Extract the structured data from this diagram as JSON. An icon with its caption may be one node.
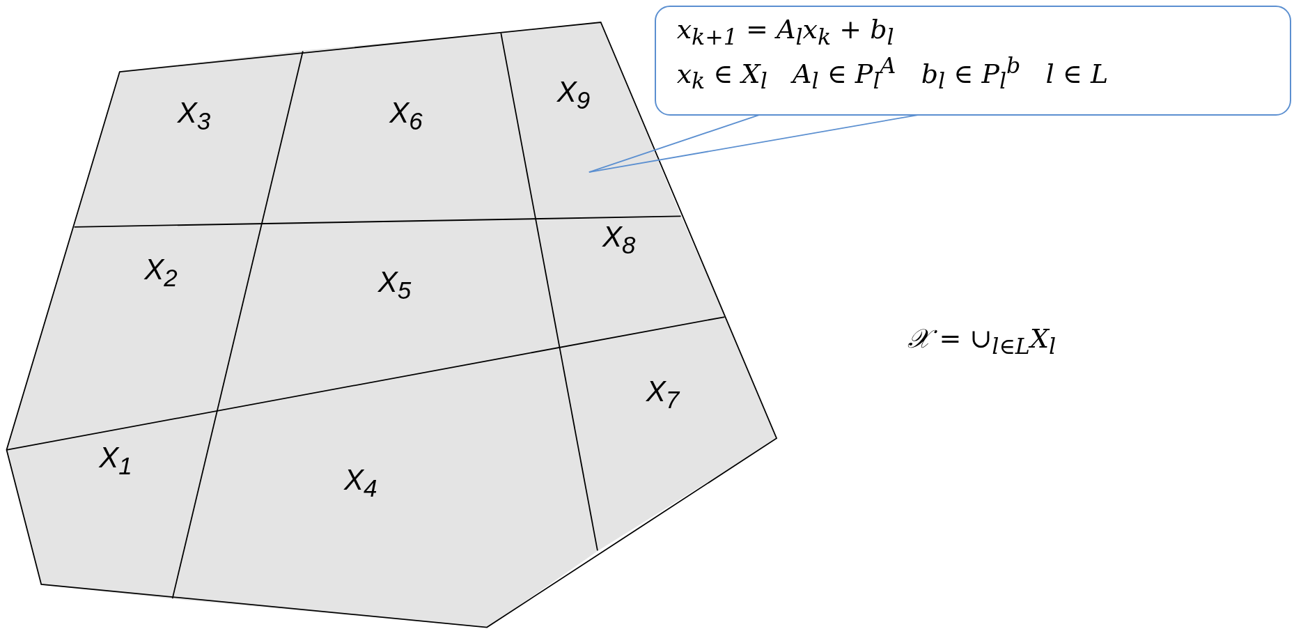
{
  "diagram": {
    "nodes": [
      {
        "text": [
          "X$_{1}$"
        ]
      },
      {
        "text": [
          "X$_{2}$"
        ]
      },
      {
        "text": [
          "X$_{3}$"
        ]
      },
      {
        "text": [
          "X$_{4}$"
        ]
      },
      {
        "text": [
          "X$_{5}$"
        ]
      },
      {
        "text": [
          "X$_{6}$"
        ]
      },
      {
        "text": [
          "X$_{7}$"
        ]
      },
      {
        "text": [
          "X$_{8}$"
        ]
      },
      {
        "text": [
          "X$_{9}$"
        ]
      },
      {
        "text": [
          "x$_{k+1}$ = A$_{l}$x$_{k}$ + b$_{l}$",
          "x$_{k}$ ∈ X$_{l}$   A$_{l}$ ∈ P$_{l}$$^{A}$   b$_{l}$ ∈ P$_{l}$$^{b}$   l ∈ L"
        ]
      }
    ],
    "edges": [
      {
        "from": 9,
        "to": 8,
        "arrow": "none"
      }
    ],
    "labels": [
      "𝒳 = ∪$_{l∈L}$X$_{l}$"
    ]
  }
}
